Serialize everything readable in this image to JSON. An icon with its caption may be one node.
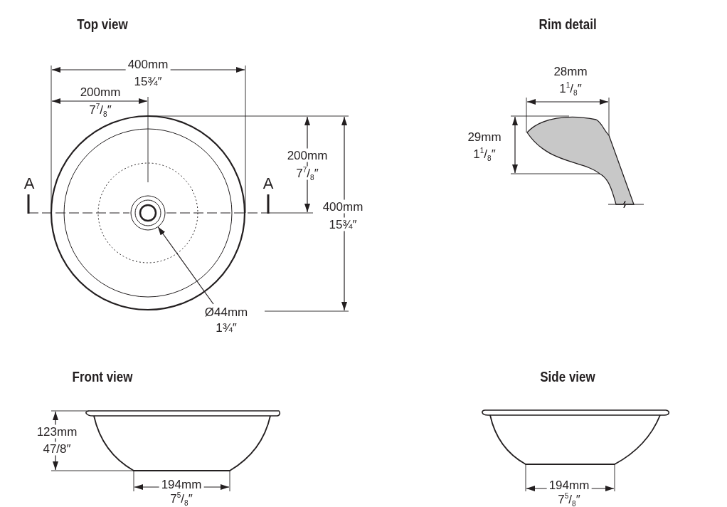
{
  "diagram": {
    "nodes": [
      {
        "text": [
          "Ø44mm",
          "1¾″"
        ]
      },
      {
        "text": [],
        "shape": "circle"
      }
    ],
    "edges": [
      {
        "from": 0,
        "to": 1,
        "arrow": "to"
      }
    ],
    "labels": [
      "Top view",
      "Rim detail",
      "400mm",
      "15¾″",
      "200mm",
      "7$^{7}$/$_{8}$″",
      "28mm",
      "1$^{1}$/$_{8}$″",
      "29mm",
      "1$^{1}$/$_{8}$″",
      "200mm",
      "7$^{7}$/$_{8}$″",
      "A",
      "A",
      "400mm",
      "15¾″",
      "Front view",
      "Side view",
      "123mm",
      "47/8″",
      "194mm",
      "7$^{5}$/$_{8}$″",
      "194mm",
      "7$^{5}$/$_{8}$″"
    ]
  }
}
